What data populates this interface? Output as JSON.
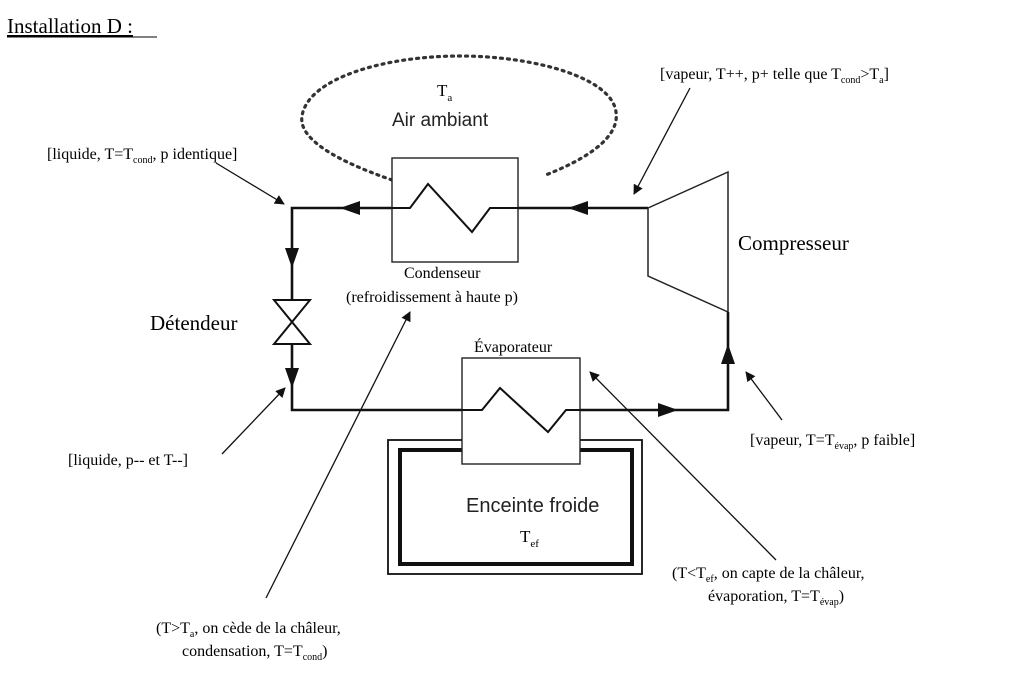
{
  "title": "Installation D :",
  "labels": {
    "air_ambiant": "Air ambiant",
    "ta_main": "T",
    "ta_sub": "a",
    "compresseur": "Compresseur",
    "detendeur": "Détendeur",
    "condenseur_name": "Condenseur",
    "condenseur_desc": "(refroidissement à haute p)",
    "evaporateur_name": "Évaporateur",
    "enceinte_name": "Enceinte froide",
    "tef_main": "T",
    "tef_sub": "ef"
  },
  "annotations": {
    "vapeur_haute": {
      "a": "[vapeur, T++, p+ telle que T",
      "s1": "cond",
      "b": ">T",
      "s2": "a",
      "c": "]"
    },
    "liquide_cond": {
      "a": "[liquide, T=T",
      "s1": "cond",
      "b": ", p identique]"
    },
    "liquide_bas": "[liquide, p-- et T--]",
    "vapeur_basse": {
      "a": "[vapeur, T=T",
      "s1": "évap",
      "b": ", p faible]"
    },
    "evap_note_1": {
      "a": "(T<T",
      "s1": "ef",
      "b": ", on capte de la châleur,"
    },
    "evap_note_2": {
      "a": "évaporation, T=T",
      "s1": "évap",
      "b": ")"
    },
    "cond_note_1": {
      "a": "(T>T",
      "s1": "a",
      "b": ", on cède de la châleur,"
    },
    "cond_note_2": {
      "a": "condensation, T=T",
      "s1": "cond",
      "b": ")"
    }
  }
}
